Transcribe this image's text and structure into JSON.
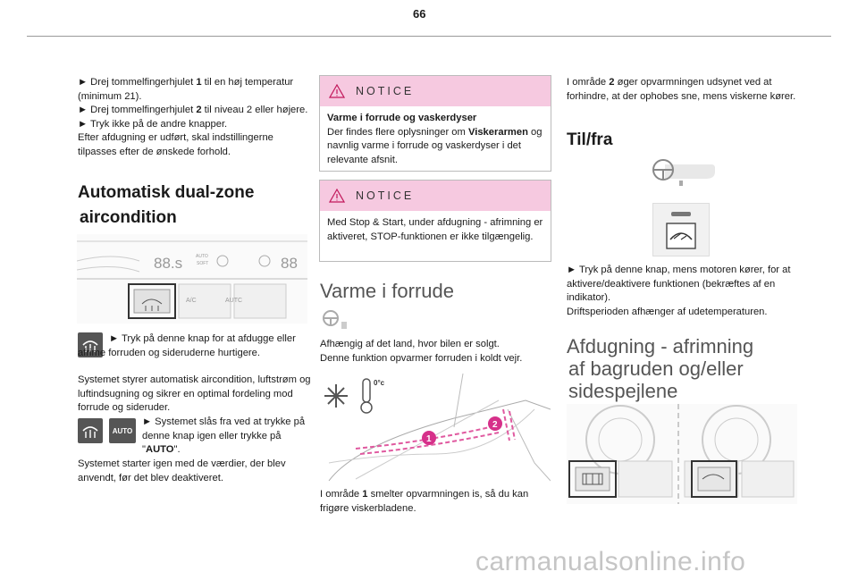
{
  "page": {
    "number": "66"
  },
  "col1": {
    "intro": [
      "► Drej tommelfingerhjulet ",
      "1",
      " til en høj temperatur (minimum 21).",
      "► Drej tommelfingerhjulet ",
      "2",
      " til niveau 2 eller højere.",
      "► Tryk ikke på de andre knapper.",
      "Efter afdugning er udført, skal indstillingerne tilpasses efter de ønskede forhold."
    ],
    "heading": [
      "Automatisk dual-zone",
      "aircondition"
    ],
    "panel": {
      "display": "88.s",
      "auto_small": "AUTO",
      "soft": "SOFT",
      "display2": "88",
      "ac": "A/C",
      "auto": "AUTC"
    },
    "para1": "► Tryk på denne knap for at afdugge eller afrime forruden og sideruderne hurtigere.",
    "para2": "Systemet styrer automatisk aircondition, luftstrøm og luftindsugning og sikrer en optimal fordeling mod forrude og sideruder.",
    "auto_icon": "AUTO",
    "para3a": "► Systemet slås fra ved at trykke på denne knap igen eller trykke på \"",
    "para3b": "AUTO",
    "para3c": "\".",
    "para4": "Systemet starter igen med de værdier, der blev anvendt, før det blev deaktiveret."
  },
  "col2": {
    "notice1": {
      "title": "NOTICE",
      "bold_title": "Varme i forrude og vaskerdyser",
      "text1": "Der findes flere oplysninger om ",
      "text_bold": "Viskerarmen",
      "text2": " og navnlig varme i forrude og vaskerdyser i det relevante afsnit."
    },
    "notice2": {
      "title": "NOTICE",
      "text": "Med Stop & Start, under afdugning - afrimning er aktiveret, STOP-funktionen er ikke tilgængelig."
    },
    "heading": "Varme i forrude",
    "para1": "Afhængig af det land, hvor bilen er solgt.",
    "para2": "Denne funktion opvarmer forruden i koldt vejr.",
    "temp_label": "0°c",
    "zone1": "1",
    "zone2": "2",
    "para3a": "I område ",
    "para3b": "1",
    "para3c": " smelter opvarmningen is, så du kan frigøre viskerbladene."
  },
  "col3": {
    "para1a": "I område ",
    "para1b": "2",
    "para1c": " øger opvarmningen udsynet ved at forhindre, at der ophobes sne, mens viskerne kører.",
    "heading": "Til/fra",
    "para2": "► Tryk på denne knap, mens motoren kører, for at aktivere/deaktivere funktionen (bekræftes af en indikator).",
    "para3": "Driftsperioden afhænger af udetemperaturen.",
    "heading2": [
      "Afdugning - afrimning",
      "af bagruden og/eller",
      "sidespejlene"
    ]
  },
  "footer": {
    "watermark": "carmanualsonline.info"
  },
  "colors": {
    "notice_header": "#f6c9e0",
    "zone_marker": "#d6308a",
    "warning_icon": "#c2185b"
  }
}
